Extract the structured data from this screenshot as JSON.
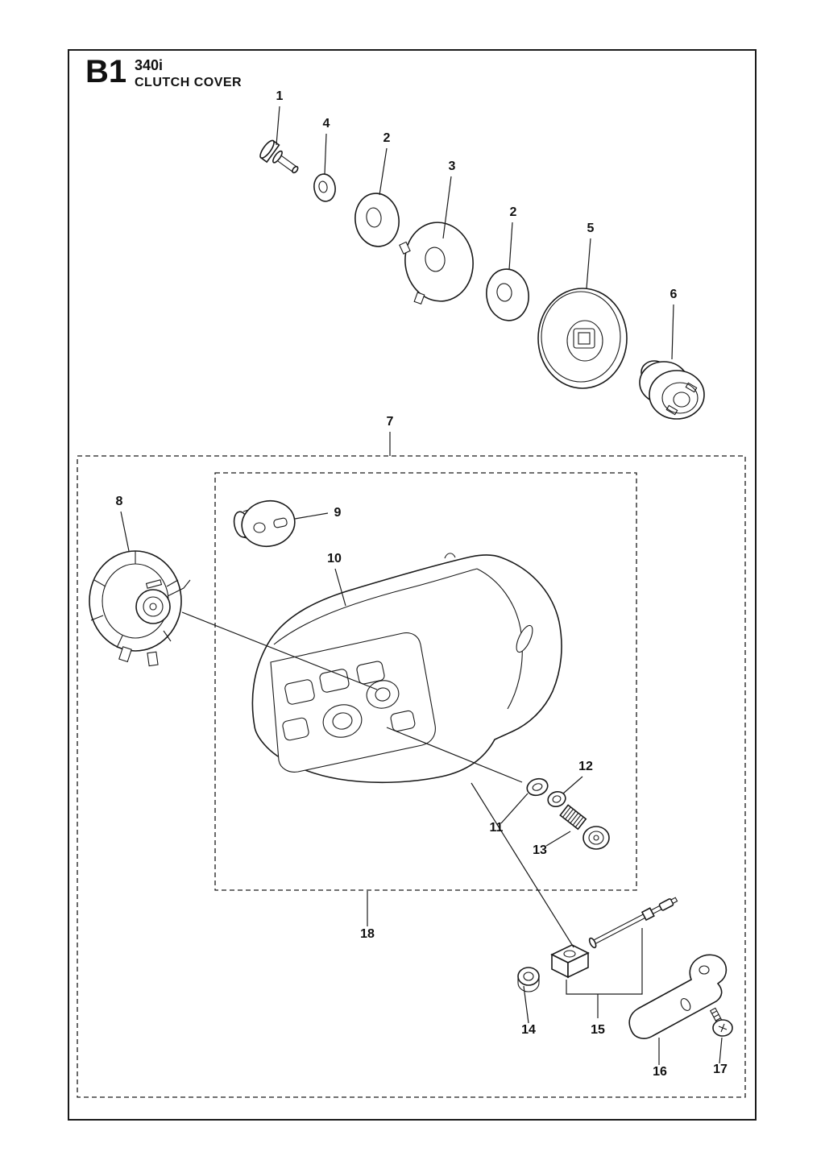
{
  "header": {
    "code": "B1",
    "model": "340i",
    "title": "CLUTCH COVER"
  },
  "colors": {
    "ink": "#1a1a1a",
    "paper": "#ffffff"
  },
  "callouts": {
    "c1": "1",
    "c2a": "2",
    "c2b": "2",
    "c3": "3",
    "c4": "4",
    "c5": "5",
    "c6": "6",
    "c7": "7",
    "c8": "8",
    "c9": "9",
    "c10": "10",
    "c11": "11",
    "c12": "12",
    "c13": "13",
    "c14": "14",
    "c15": "15",
    "c16": "16",
    "c17": "17",
    "c18": "18"
  }
}
